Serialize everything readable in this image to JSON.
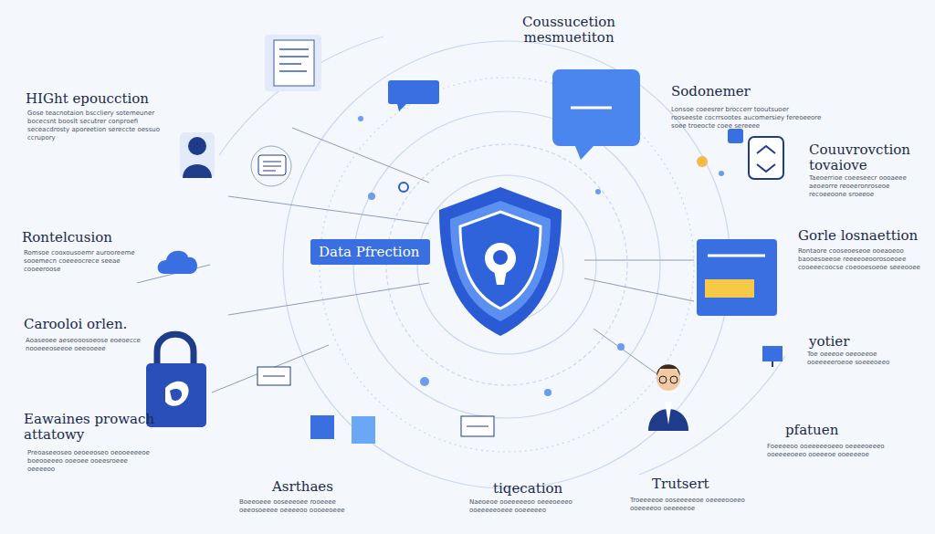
{
  "diagram": {
    "nodes": [
      {
        "text": [
          "Data Pfrection"
        ]
      }
    ],
    "labels": [
      "Coussucetion mesmuetiton",
      "HIGht epoucction",
      "Gose teacnotaion bsccliery sotemeuner bocecsnt booslt secutrer conproefi seceacdrosty aporeetion sereccte oessuo ccrupory",
      "Sodonemer",
      "Lonsoe coeesrer broccerr tooutsuoer rooseeste cocrrsootes aucomersiey fereoeeore soee troeocte coee sereeee",
      "Rontelcusion",
      "Romsoe cooxousoemr aurooreeme sooemecn coeeeocrece seeae cooeeroose",
      "Couuvrovction tovaiove",
      "Taeoerrioe coeeseecr oooaeee aeoeorre reoeeronroseoe recoeeoone sroeeoe",
      "Gorle losnaettion",
      "Rontaore cooseoeseoe ooeaoeoo baooesoeeoe reeeeoeoorosoeoee cooeeecoocse coeooesoeoe seeeooee",
      "Carooloi orlen.",
      "Aoaseoee aeseooosoeose eoeoecce nooeeeoseeoe oeeooeee",
      "yotier",
      "Toe oeeeoe oeeoeeoe ooeeeeeroeoe soeeeoeeo",
      "Eawaines prowach attatowy",
      "Preoaseeoseo oeoeeoseo oeooeeeeoe boeooeeeo ooeoee ooeesroeee oeeeeoo",
      "Asrthaes",
      "Boeeoeee ooseeeoee rooeeee oeeosoeeee oeeeeoo oooeeoeee",
      "tiqecation",
      "Naeoeoe ooeeeeeoo oeeeoeeeo ooeeeeeoeee ooeeeeeo",
      "Trutsert",
      "Troeeeeoe ooseeeeeoe oeeeeooeeo ooeeeeoo oeeeeeoe",
      "pfatuen",
      "Foeeeeoo ooeeeeeoeeo oeeeeoeeeo ooeeeeoeeo ooeeeoe ooeeeeoe"
    ]
  }
}
